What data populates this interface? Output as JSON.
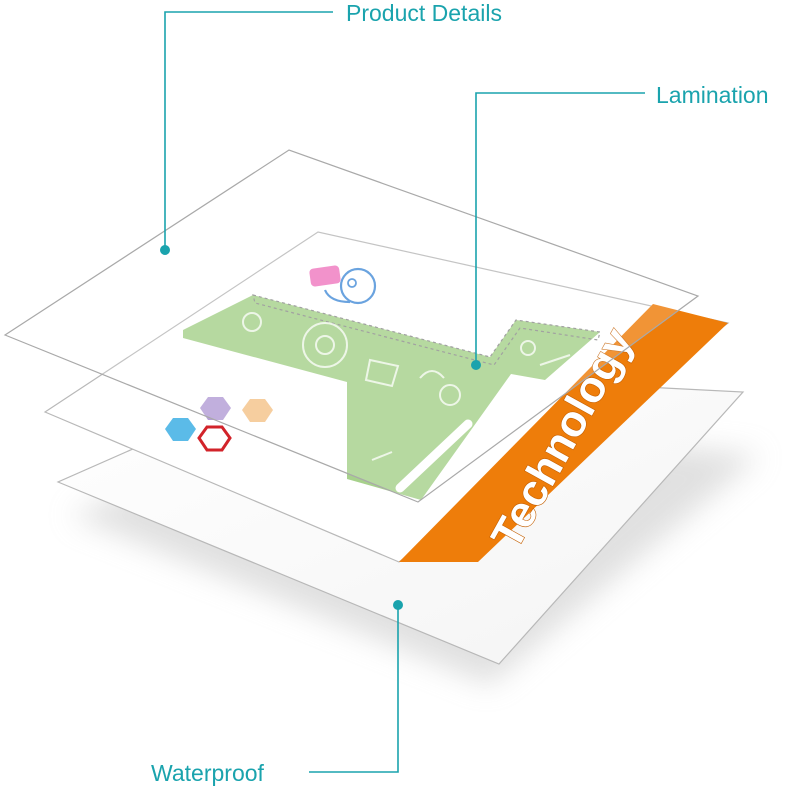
{
  "callouts": {
    "product_details": "Product Details",
    "lamination": "Lamination",
    "waterproof": "Waterproof"
  },
  "banner_text": "Technology",
  "colors": {
    "callout": "#1aa3ad",
    "banner": "#ee7d0a",
    "pattern": "#a7d18c",
    "hex_blue": "#5bbbe8",
    "hex_purple": "#b49ed6",
    "hex_orange": "#f5c48a",
    "hex_red": "#d2232a",
    "flask_pink": "#f07ac0",
    "flask_blue": "#4a8fd8"
  }
}
